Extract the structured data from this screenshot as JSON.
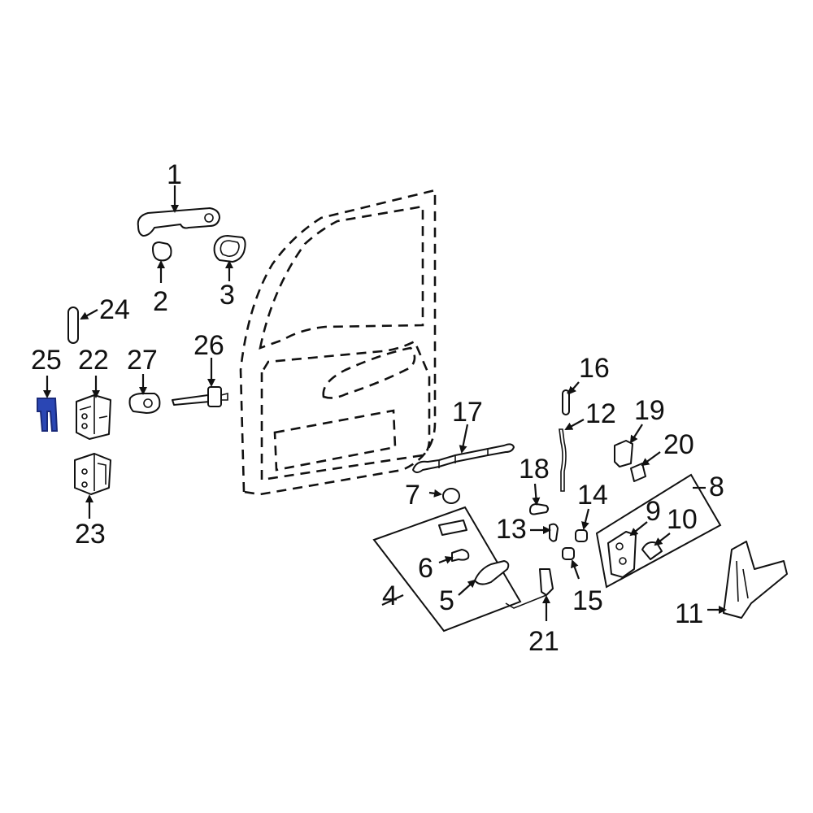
{
  "diagram": {
    "callouts": [
      "1",
      "2",
      "3",
      "4",
      "5",
      "6",
      "7",
      "8",
      "9",
      "10",
      "11",
      "12",
      "13",
      "14",
      "15",
      "16",
      "17",
      "18",
      "19",
      "20",
      "21",
      "22",
      "23",
      "24",
      "25",
      "26",
      "27"
    ],
    "highlight_part": "25",
    "colors": {
      "line": "#111111",
      "highlight": "#2a46b4",
      "background": "#ffffff"
    }
  }
}
